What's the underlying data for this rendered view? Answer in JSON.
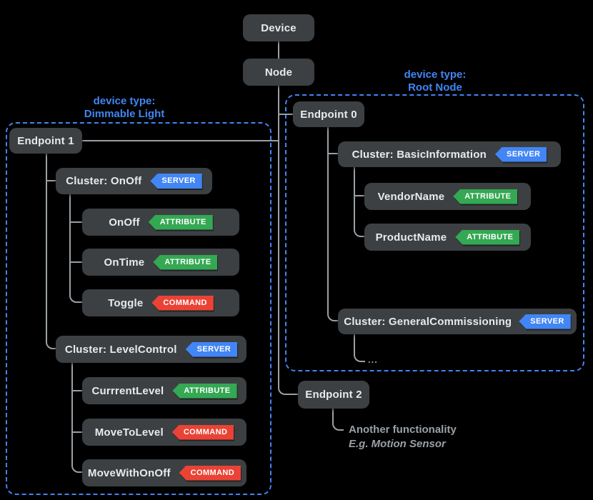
{
  "colors": {
    "background": "#000000",
    "box_bg": "#3c4043",
    "box_text": "#e8eaed",
    "connector": "#9aa0a6",
    "accent_blue": "#4285f4",
    "badge_server": "#4285f4",
    "badge_attribute": "#34a853",
    "badge_command": "#ea4335",
    "muted_text": "#9aa0a6"
  },
  "nodes": {
    "device": "Device",
    "node": "Node",
    "endpoint0": "Endpoint 0",
    "endpoint1": "Endpoint 1",
    "endpoint2": "Endpoint 2"
  },
  "group_labels": {
    "dimmable": {
      "line1": "device type:",
      "line2": "Dimmable Light"
    },
    "root": {
      "line1": "device type:",
      "line2": "Root Node"
    }
  },
  "endpoint1_tree": {
    "cluster_onoff": {
      "label": "Cluster: OnOff",
      "badge": "SERVER"
    },
    "onoff_children": [
      {
        "label": "OnOff",
        "badge": "ATTRIBUTE"
      },
      {
        "label": "OnTime",
        "badge": "ATTRIBUTE"
      },
      {
        "label": "Toggle",
        "badge": "COMMAND"
      }
    ],
    "cluster_levelcontrol": {
      "label": "Cluster: LevelControl",
      "badge": "SERVER"
    },
    "levelcontrol_children": [
      {
        "label": "CurrrentLevel",
        "badge": "ATTRIBUTE"
      },
      {
        "label": "MoveToLevel",
        "badge": "COMMAND"
      },
      {
        "label": "MoveWithOnOff",
        "badge": "COMMAND"
      }
    ]
  },
  "endpoint0_tree": {
    "cluster_basicinformation": {
      "label": "Cluster: BasicInformation",
      "badge": "SERVER"
    },
    "basicinformation_children": [
      {
        "label": "VendorName",
        "badge": "ATTRIBUTE"
      },
      {
        "label": "ProductName",
        "badge": "ATTRIBUTE"
      }
    ],
    "cluster_generalcommissioning": {
      "label": "Cluster: GeneralCommissioning",
      "badge": "SERVER"
    },
    "ellipsis": "..."
  },
  "endpoint2_note": {
    "line1": "Another functionality",
    "line2": "E.g. Motion Sensor"
  }
}
